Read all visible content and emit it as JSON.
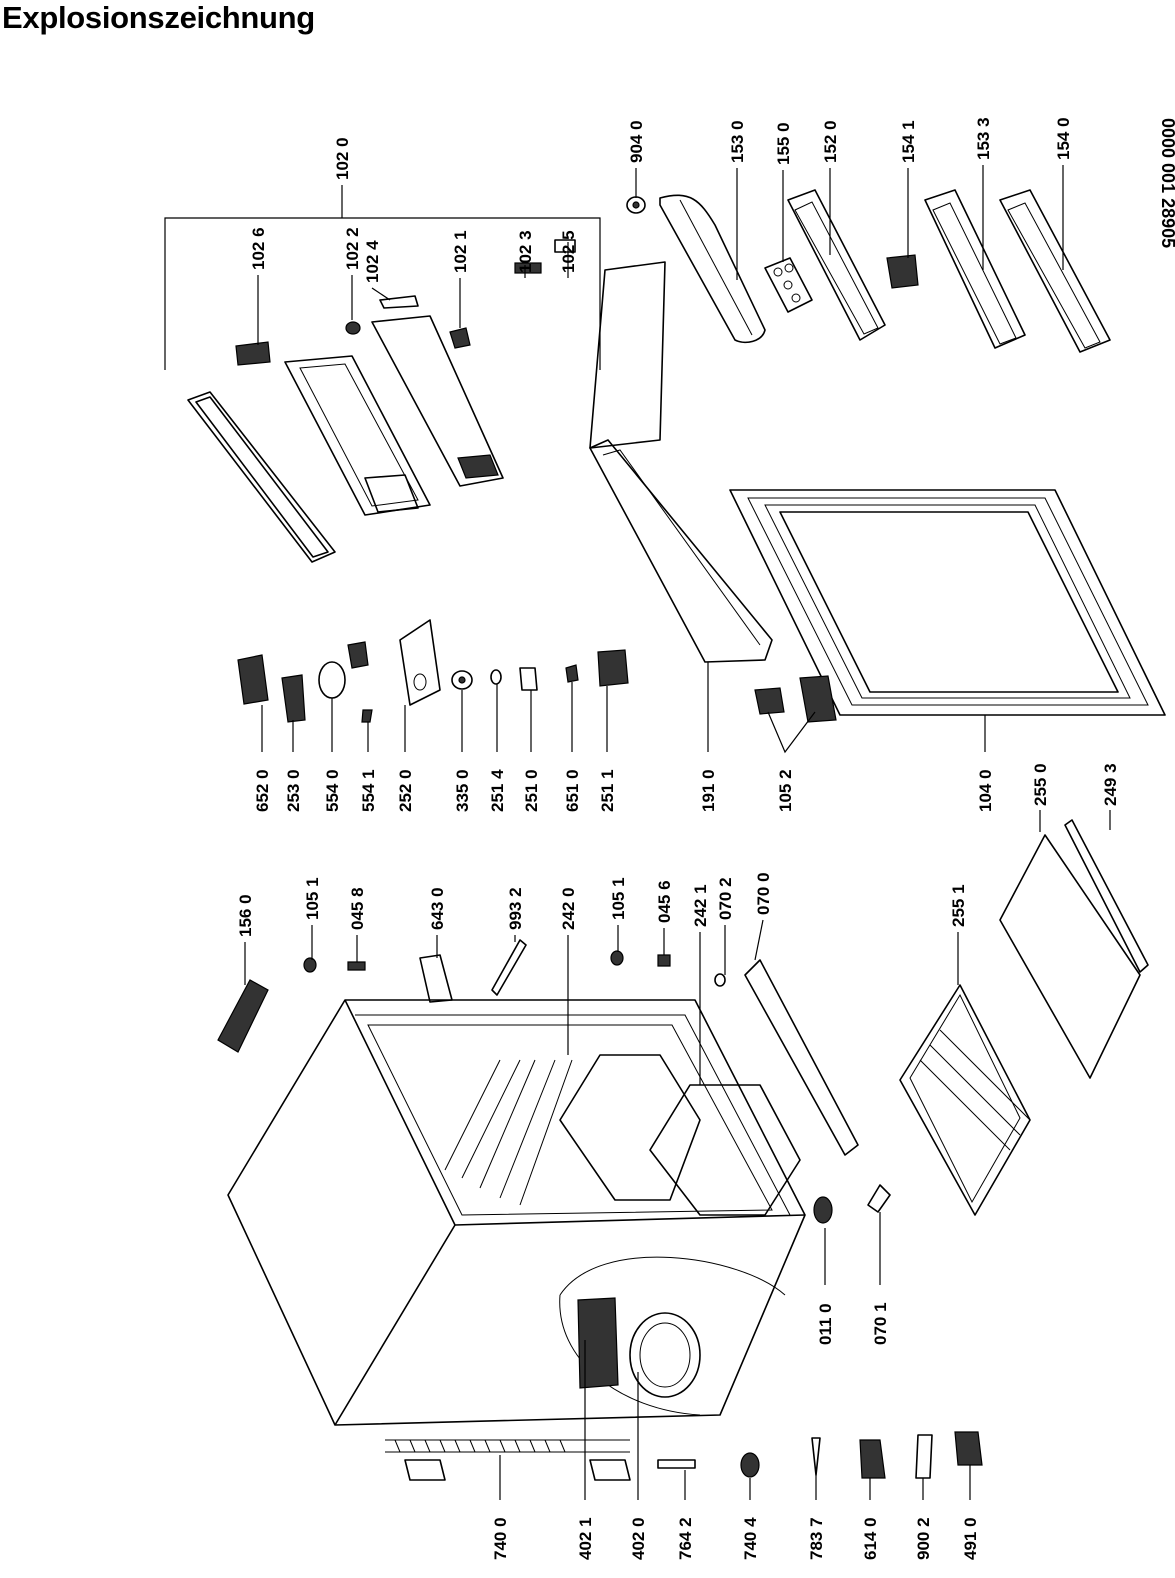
{
  "title": "Explosionszeichnung",
  "document_number": "0000 001 28905",
  "parts": {
    "p1020": "102 0",
    "p1026": "102 6",
    "p1022": "102 2",
    "p1024": "102 4",
    "p1021": "102 1",
    "p1023": "102 3",
    "p1025": "102 5",
    "p9040": "904 0",
    "p1530": "153 0",
    "p1550": "155 0",
    "p1520": "152 0",
    "p1541": "154 1",
    "p1533": "153 3",
    "p1540": "154 0",
    "p6520": "652 0",
    "p2530": "253 0",
    "p5540": "554 0",
    "p5541": "554 1",
    "p2520": "252 0",
    "p3350": "335 0",
    "p2514": "251 4",
    "p2510": "251 0",
    "p6510": "651 0",
    "p2511": "251 1",
    "p1910": "191 0",
    "p1052": "105 2",
    "p1040": "104 0",
    "p2550": "255 0",
    "p2493": "249 3",
    "p1560": "156 0",
    "p1051a": "105 1",
    "p0458a": "045 8",
    "p6430": "643 0",
    "p9932": "993 2",
    "p2420": "242 0",
    "p1051b": "105 1",
    "p0456": "045 6",
    "p2421": "242 1",
    "p0702": "070 2",
    "p0700": "070 0",
    "p2551": "255 1",
    "p0110": "011 0",
    "p0701": "070 1",
    "p7400": "740 0",
    "p4021": "402 1",
    "p4020": "402 0",
    "p7642": "764 2",
    "p7404": "740 4",
    "p7837": "783 7",
    "p6140": "614 0",
    "p9002": "900 2",
    "p4910": "491 0"
  }
}
